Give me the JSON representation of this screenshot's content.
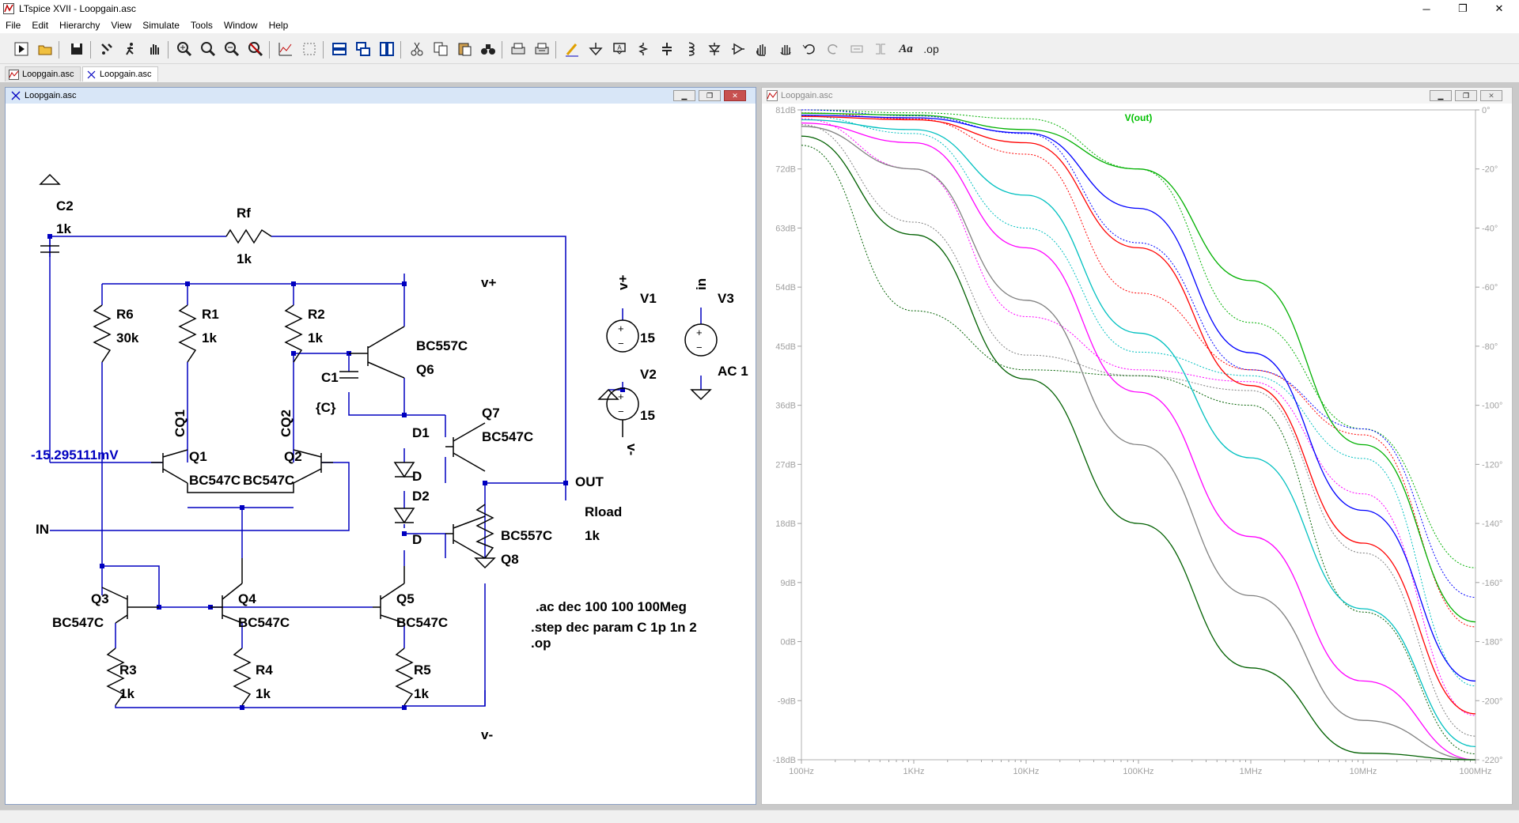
{
  "app": {
    "window_title": "LTspice XVII - Loopgain.asc",
    "controls": {
      "minimize": "─",
      "maximize": "❐",
      "close": "✕"
    }
  },
  "menu": [
    "File",
    "Edit",
    "Hierarchy",
    "View",
    "Simulate",
    "Tools",
    "Window",
    "Help"
  ],
  "toolbar": {
    "icons": [
      "run-icon",
      "open-icon",
      "save-icon",
      "control-panel-icon",
      "halt-icon",
      "pan-icon",
      "zoom-in-icon",
      "zoom-full-icon",
      "zoom-out-icon",
      "zoom-cancel-icon",
      "autorange-icon",
      "mark-unused-icon",
      "tile-horizontal-icon",
      "cascade-icon",
      "tile-vertical-icon",
      "cut-icon",
      "copy-icon",
      "paste-icon",
      "find-icon",
      "print-icon",
      "print-preview-icon",
      "draw-wire-icon",
      "ground-icon",
      "label-net-icon",
      "resistor-icon",
      "capacitor-icon",
      "inductor-icon",
      "diode-icon",
      "component-icon",
      "move-icon",
      "drag-icon",
      "undo-icon",
      "redo-icon",
      "rotate-icon",
      "mirror-icon",
      "text-icon",
      "spice-directive-icon"
    ],
    "text_label": "Aa",
    "op_label": ".op"
  },
  "tabs": [
    {
      "label": "Loopgain.asc",
      "icon": "waveform-icon",
      "active": false
    },
    {
      "label": "Loopgain.asc",
      "icon": "schematic-icon",
      "active": true
    }
  ],
  "schematic_window": {
    "title": "Loopgain.asc",
    "components": {
      "C2": {
        "name": "C2",
        "value": "1k"
      },
      "Rf": {
        "name": "Rf",
        "value": "1k"
      },
      "R6": {
        "name": "R6",
        "value": "30k"
      },
      "R1": {
        "name": "R1",
        "value": "1k"
      },
      "R2": {
        "name": "R2",
        "value": "1k"
      },
      "C1": {
        "name": "C1",
        "value": "{C}"
      },
      "Q6": {
        "name": "Q6",
        "model": "BC557C"
      },
      "Q7": {
        "name": "Q7",
        "model": "BC547C"
      },
      "Q1": {
        "name": "Q1",
        "model": "BC547C"
      },
      "Q2": {
        "name": "Q2",
        "model": "BC547C"
      },
      "D1": {
        "name": "D1",
        "model": "D"
      },
      "D2": {
        "name": "D2",
        "model": "D"
      },
      "Q8": {
        "name": "Q8",
        "model": "BC557C"
      },
      "Rload": {
        "name": "Rload",
        "value": "1k"
      },
      "Q3": {
        "name": "Q3",
        "model": "BC547C"
      },
      "Q4": {
        "name": "Q4",
        "model": "BC547C"
      },
      "Q5": {
        "name": "Q5",
        "model": "BC547C"
      },
      "R3": {
        "name": "R3",
        "value": "1k"
      },
      "R4": {
        "name": "R4",
        "value": "1k"
      },
      "R5": {
        "name": "R5",
        "value": "1k"
      },
      "V1": {
        "name": "V1",
        "value": "15"
      },
      "V2": {
        "name": "V2",
        "value": "15"
      },
      "V3": {
        "name": "V3",
        "value": "AC 1"
      }
    },
    "nets": {
      "vplus": "v+",
      "vminus": "v-",
      "out": "OUT",
      "in": "IN",
      "cq1": "CQ1",
      "cq2": "CQ2",
      "in_label": "in"
    },
    "op_voltage": "-15.295111mV",
    "directives": [
      ".ac dec 100 100 100Meg",
      ".step dec param C 1p 1n 2",
      ".op"
    ],
    "colors": {
      "wire": "#0000c0",
      "component": "#000000",
      "voltage_label": "#0000c0"
    }
  },
  "waveform_window": {
    "title": "Loopgain.asc",
    "trace_name": "V(out)",
    "y_left_ticks": [
      "81dB",
      "72dB",
      "63dB",
      "54dB",
      "45dB",
      "36dB",
      "27dB",
      "18dB",
      "9dB",
      "0dB",
      "-9dB",
      "-18dB"
    ],
    "y_right_ticks": [
      "0°",
      "-20°",
      "-40°",
      "-60°",
      "-80°",
      "-100°",
      "-120°",
      "-140°",
      "-160°",
      "-180°",
      "-200°",
      "-220°"
    ],
    "x_ticks": [
      "100Hz",
      "1KHz",
      "10KHz",
      "100KHz",
      "1MHz",
      "10MHz",
      "100MHz"
    ],
    "colors": {
      "trace_label": "#00c000",
      "axis_text": "#a0a0a0",
      "background": "#ffffff"
    }
  },
  "chart_data": {
    "type": "line",
    "title": "V(out)",
    "xscale": "log",
    "xlim": [
      100,
      100000000
    ],
    "ylim_left": [
      -18,
      81
    ],
    "ylim_right": [
      -220,
      0
    ],
    "xlabel": "",
    "ylabel": "",
    "grid": false,
    "magnitude_series": [
      {
        "color": "#00b000",
        "x": [
          100,
          1000,
          10000,
          100000,
          1000000,
          10000000,
          100000000
        ],
        "y": [
          80.5,
          80.2,
          78,
          72,
          55,
          30,
          3
        ]
      },
      {
        "color": "#0000ff",
        "x": [
          100,
          1000,
          10000,
          100000,
          1000000,
          10000000,
          100000000
        ],
        "y": [
          80.2,
          79.8,
          77.5,
          66,
          44,
          20,
          -6
        ]
      },
      {
        "color": "#ff0000",
        "x": [
          100,
          1000,
          10000,
          100000,
          1000000,
          10000000,
          100000000
        ],
        "y": [
          80,
          79.5,
          76,
          60,
          39,
          15,
          -11
        ]
      },
      {
        "color": "#00c0c0",
        "x": [
          100,
          1000,
          10000,
          100000,
          1000000,
          10000000,
          100000000
        ],
        "y": [
          79.5,
          78,
          68,
          47,
          28,
          5,
          -16
        ]
      },
      {
        "color": "#ff00ff",
        "x": [
          100,
          1000,
          10000,
          100000,
          1000000,
          10000000,
          100000000
        ],
        "y": [
          79,
          76,
          60,
          38,
          16,
          -6,
          -18
        ]
      },
      {
        "color": "#808080",
        "x": [
          100,
          1000,
          10000,
          100000,
          1000000,
          10000000,
          100000000
        ],
        "y": [
          78.5,
          72,
          52,
          30,
          7,
          -12,
          -18
        ]
      },
      {
        "color": "#006000",
        "x": [
          100,
          1000,
          10000,
          100000,
          1000000,
          10000000,
          100000000
        ],
        "y": [
          77,
          62,
          40,
          18,
          -4,
          -17,
          -18
        ]
      }
    ],
    "phase_series": [
      {
        "color": "#00b000",
        "x": [
          100,
          1000,
          10000,
          100000,
          1000000,
          10000000,
          100000000
        ],
        "y": [
          0,
          -1,
          -3,
          -20,
          -72,
          -108,
          -155
        ]
      },
      {
        "color": "#0000ff",
        "x": [
          100,
          1000,
          10000,
          100000,
          1000000,
          10000000,
          100000000
        ],
        "y": [
          0,
          -2,
          -8,
          -45,
          -88,
          -108,
          -165
        ]
      },
      {
        "color": "#ff0000",
        "x": [
          100,
          1000,
          10000,
          100000,
          1000000,
          10000000,
          100000000
        ],
        "y": [
          -1,
          -3,
          -15,
          -62,
          -88,
          -110,
          -175
        ]
      },
      {
        "color": "#00c0c0",
        "x": [
          100,
          1000,
          10000,
          100000,
          1000000,
          10000000,
          100000000
        ],
        "y": [
          -2,
          -8,
          -40,
          -82,
          -90,
          -118,
          -195
        ]
      },
      {
        "color": "#ff00ff",
        "x": [
          100,
          1000,
          10000,
          100000,
          1000000,
          10000000,
          100000000
        ],
        "y": [
          -3,
          -20,
          -70,
          -88,
          -92,
          -130,
          -205
        ]
      },
      {
        "color": "#808080",
        "x": [
          100,
          1000,
          10000,
          100000,
          1000000,
          10000000,
          100000000
        ],
        "y": [
          -5,
          -38,
          -83,
          -90,
          -95,
          -150,
          -212
        ]
      },
      {
        "color": "#006000",
        "x": [
          100,
          1000,
          10000,
          100000,
          1000000,
          10000000,
          100000000
        ],
        "y": [
          -12,
          -68,
          -88,
          -90,
          -100,
          -170,
          -218
        ]
      }
    ]
  }
}
